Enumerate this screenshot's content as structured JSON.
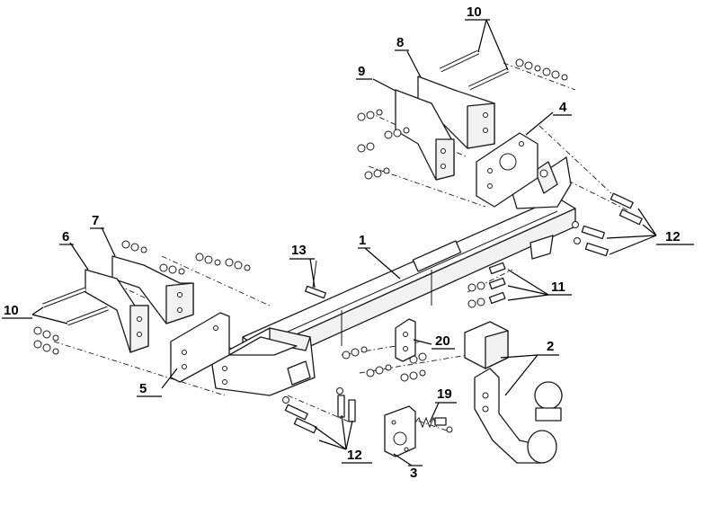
{
  "diagram": {
    "callouts": [
      {
        "id": "c1",
        "text": "1"
      },
      {
        "id": "c2",
        "text": "2"
      },
      {
        "id": "c3",
        "text": "3"
      },
      {
        "id": "c4",
        "text": "4"
      },
      {
        "id": "c5",
        "text": "5"
      },
      {
        "id": "c6",
        "text": "6"
      },
      {
        "id": "c7",
        "text": "7"
      },
      {
        "id": "c8",
        "text": "8"
      },
      {
        "id": "c9",
        "text": "9"
      },
      {
        "id": "c10a",
        "text": "10"
      },
      {
        "id": "c10b",
        "text": "10"
      },
      {
        "id": "c11",
        "text": "11"
      },
      {
        "id": "c12a",
        "text": "12"
      },
      {
        "id": "c12b",
        "text": "12"
      },
      {
        "id": "c13",
        "text": "13"
      },
      {
        "id": "c19",
        "text": "19"
      },
      {
        "id": "c20",
        "text": "20"
      }
    ]
  }
}
